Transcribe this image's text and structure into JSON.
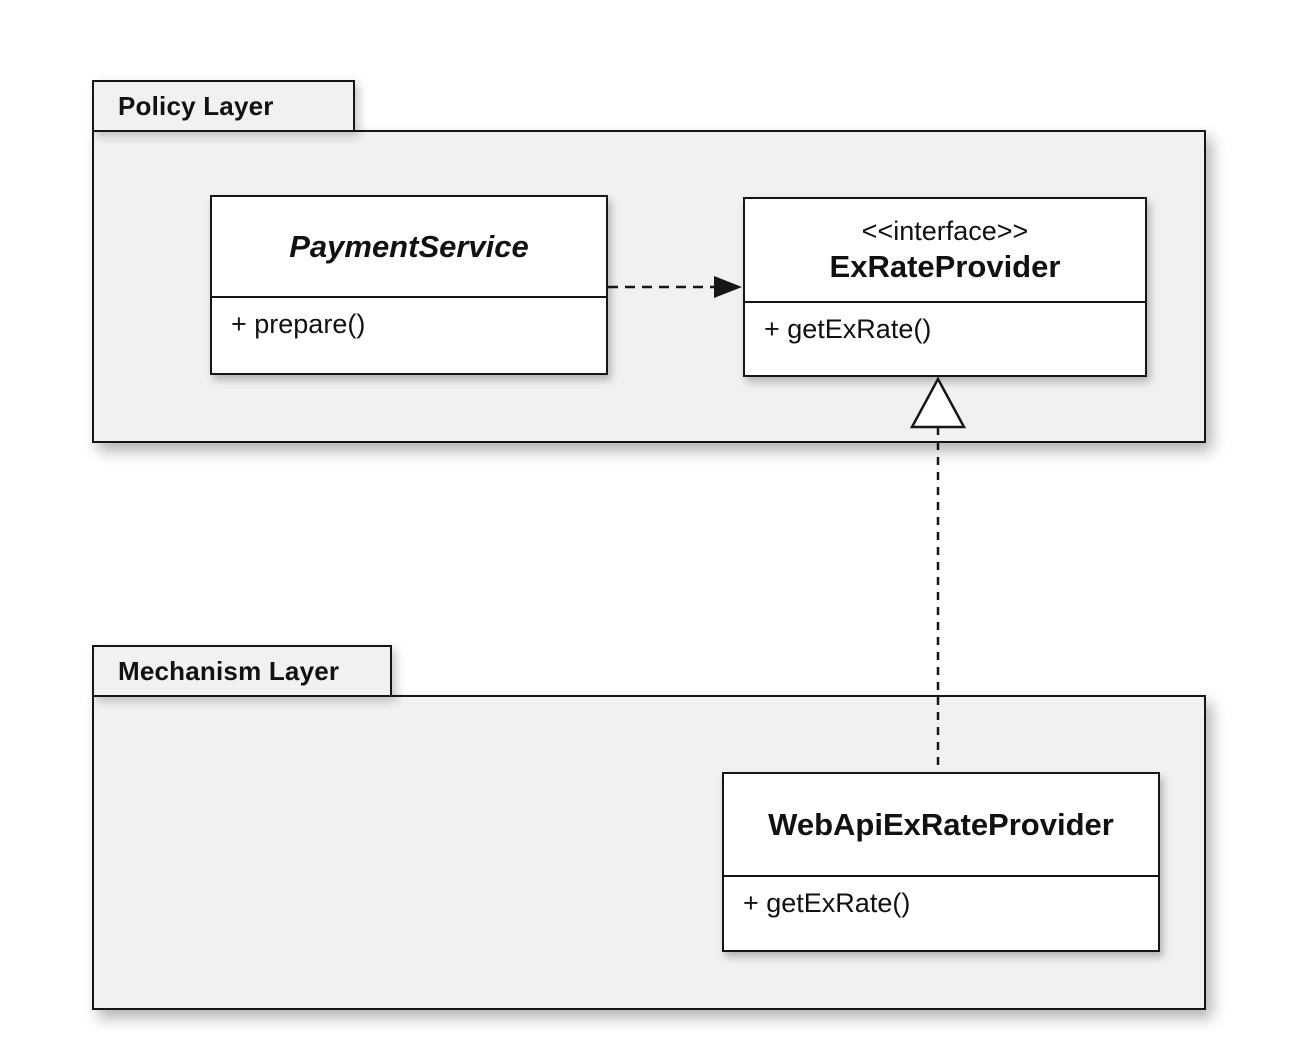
{
  "packages": {
    "policy": {
      "label": "Policy Layer"
    },
    "mechanism": {
      "label": "Mechanism Layer"
    }
  },
  "classes": {
    "payment_service": {
      "name": "PaymentService",
      "methods": [
        "+ prepare()"
      ]
    },
    "ex_rate_provider": {
      "stereotype": "<<interface>>",
      "name": "ExRateProvider",
      "methods": [
        "+ getExRate()"
      ]
    },
    "web_api_ex_rate_provider": {
      "name": "WebApiExRateProvider",
      "methods": [
        "+ getExRate()"
      ]
    }
  },
  "relations": [
    {
      "type": "dependency",
      "from": "PaymentService",
      "to": "ExRateProvider",
      "line": "dashed",
      "arrowhead": "filled-arrow"
    },
    {
      "type": "realization",
      "from": "WebApiExRateProvider",
      "to": "ExRateProvider",
      "line": "dashed",
      "arrowhead": "hollow-triangle"
    }
  ],
  "colors": {
    "background": "#ffffff",
    "package_fill": "#f1f1f1",
    "class_fill": "#ffffff",
    "border": "#161616",
    "text": "#111111"
  }
}
